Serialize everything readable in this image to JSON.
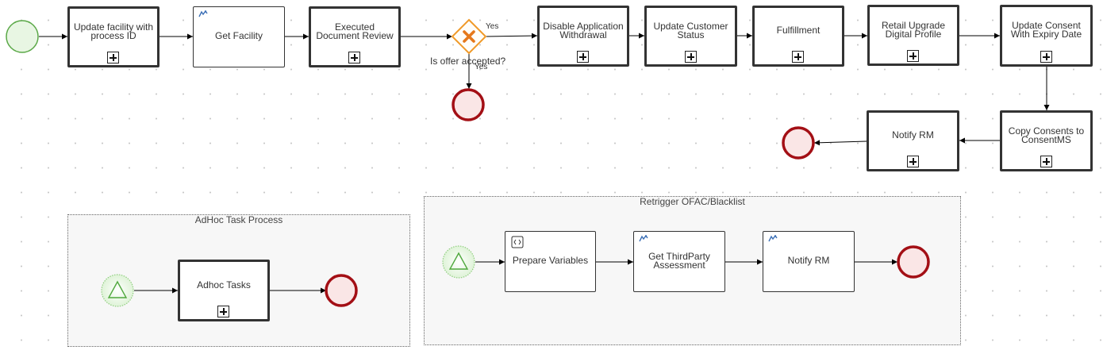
{
  "main_flow": {
    "tasks": {
      "update_facility": "Update facility with process ID",
      "get_facility": "Get Facility",
      "executed_document_review": "Executed Document Review",
      "disable_application_withdrawal": "Disable Application Withdrawal",
      "update_customer_status": "Update Customer Status",
      "fulfillment": "Fulfillment",
      "retail_upgrade_digital_profile": "Retail Upgrade Digital Profile",
      "update_consent_expiry": "Update Consent With Expiry Date",
      "copy_consents": "Copy Consents to ConsentMS",
      "notify_rm": "Notify RM"
    },
    "gateway": {
      "label": "Is offer accepted?",
      "yes_right": "Yes",
      "yes_down": "Yes"
    }
  },
  "subprocesses": {
    "adhoc": {
      "title": "AdHoc Task Process",
      "task": "Adhoc Tasks"
    },
    "retrigger": {
      "title": "Retrigger OFAC/Blacklist",
      "tasks": {
        "prepare_variables": "Prepare Variables",
        "get_thirdparty_assessment": "Get ThirdParty Assessment",
        "notify_rm": "Notify RM"
      }
    }
  },
  "colors": {
    "start_stroke": "#5aa847",
    "start_fill": "#e8f6e3",
    "end_stroke": "#a30f15",
    "end_fill": "#fae6e6",
    "gateway_stroke": "#f09a29",
    "gateway_x": "#e5781a",
    "task_border": "#333333",
    "edge": "#000000"
  },
  "icons": {
    "expand": "plus-square-icon",
    "service": "gear-icon",
    "script": "script-icon",
    "timer_start": "triangle-icon",
    "gateway": "exclusive-x-icon"
  }
}
